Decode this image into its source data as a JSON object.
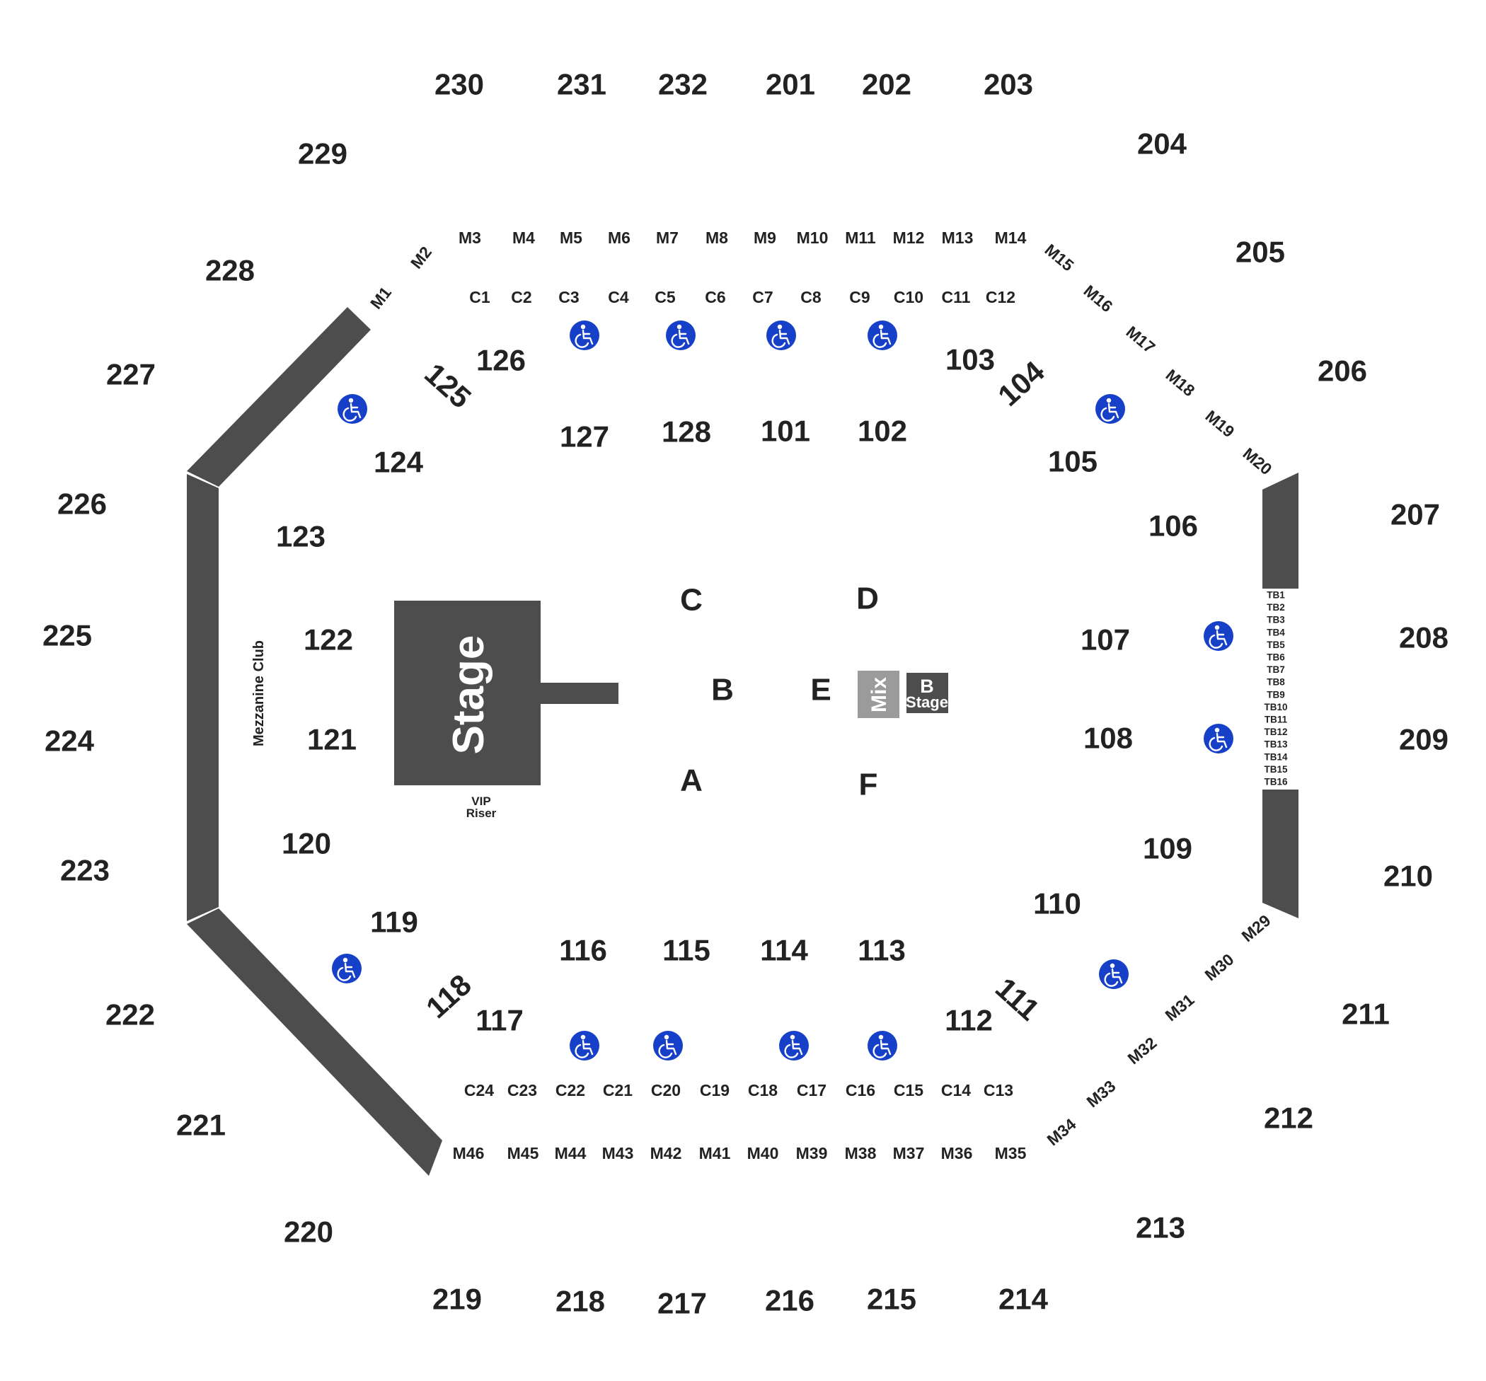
{
  "map": {
    "upper_sections": [
      "230",
      "231",
      "232",
      "201",
      "202",
      "203",
      "204",
      "205",
      "206",
      "207",
      "208",
      "209",
      "210",
      "211",
      "212",
      "213",
      "214",
      "215",
      "216",
      "217",
      "218",
      "219",
      "220",
      "221",
      "222",
      "223",
      "224",
      "225",
      "226",
      "227",
      "228",
      "229"
    ],
    "lower_sections": [
      "126",
      "127",
      "128",
      "101",
      "102",
      "103",
      "104",
      "105",
      "106",
      "107",
      "108",
      "109",
      "110",
      "111",
      "112",
      "113",
      "114",
      "115",
      "116",
      "117",
      "118",
      "119",
      "120",
      "121",
      "122",
      "123",
      "124",
      "125"
    ],
    "floor_sections": [
      "A",
      "B",
      "C",
      "D",
      "E",
      "F"
    ],
    "mezzanine_suites": [
      "M1",
      "M2",
      "M3",
      "M4",
      "M5",
      "M6",
      "M7",
      "M8",
      "M9",
      "M10",
      "M11",
      "M12",
      "M13",
      "M14",
      "M15",
      "M16",
      "M17",
      "M18",
      "M19",
      "M20",
      "M29",
      "M30",
      "M31",
      "M32",
      "M33",
      "M34",
      "M35",
      "M36",
      "M37",
      "M38",
      "M39",
      "M40",
      "M41",
      "M42",
      "M43",
      "M44",
      "M45",
      "M46"
    ],
    "club_boxes": [
      "C1",
      "C2",
      "C3",
      "C4",
      "C5",
      "C6",
      "C7",
      "C8",
      "C9",
      "C10",
      "C11",
      "C12",
      "C13",
      "C14",
      "C15",
      "C16",
      "C17",
      "C18",
      "C19",
      "C20",
      "C21",
      "C22",
      "C23",
      "C24"
    ],
    "table_boxes": [
      "TB1",
      "TB2",
      "TB3",
      "TB4",
      "TB5",
      "TB6",
      "TB7",
      "TB8",
      "TB9",
      "TB10",
      "TB11",
      "TB12",
      "TB13",
      "TB14",
      "TB15",
      "TB16"
    ],
    "stage_label": "Stage",
    "mix_label": "Mix",
    "b_stage_label": [
      "B",
      "Stage"
    ],
    "vip_riser_label": [
      "VIP",
      "Riser"
    ],
    "mezzanine_club_label": "Mezzanine Club",
    "wheelchair_icon": "accessible-seating-icon",
    "colors": {
      "structure": "#4d4d4d",
      "mix": "#9b9b9b",
      "accessible": "#1740c8",
      "text": "#222222"
    }
  }
}
